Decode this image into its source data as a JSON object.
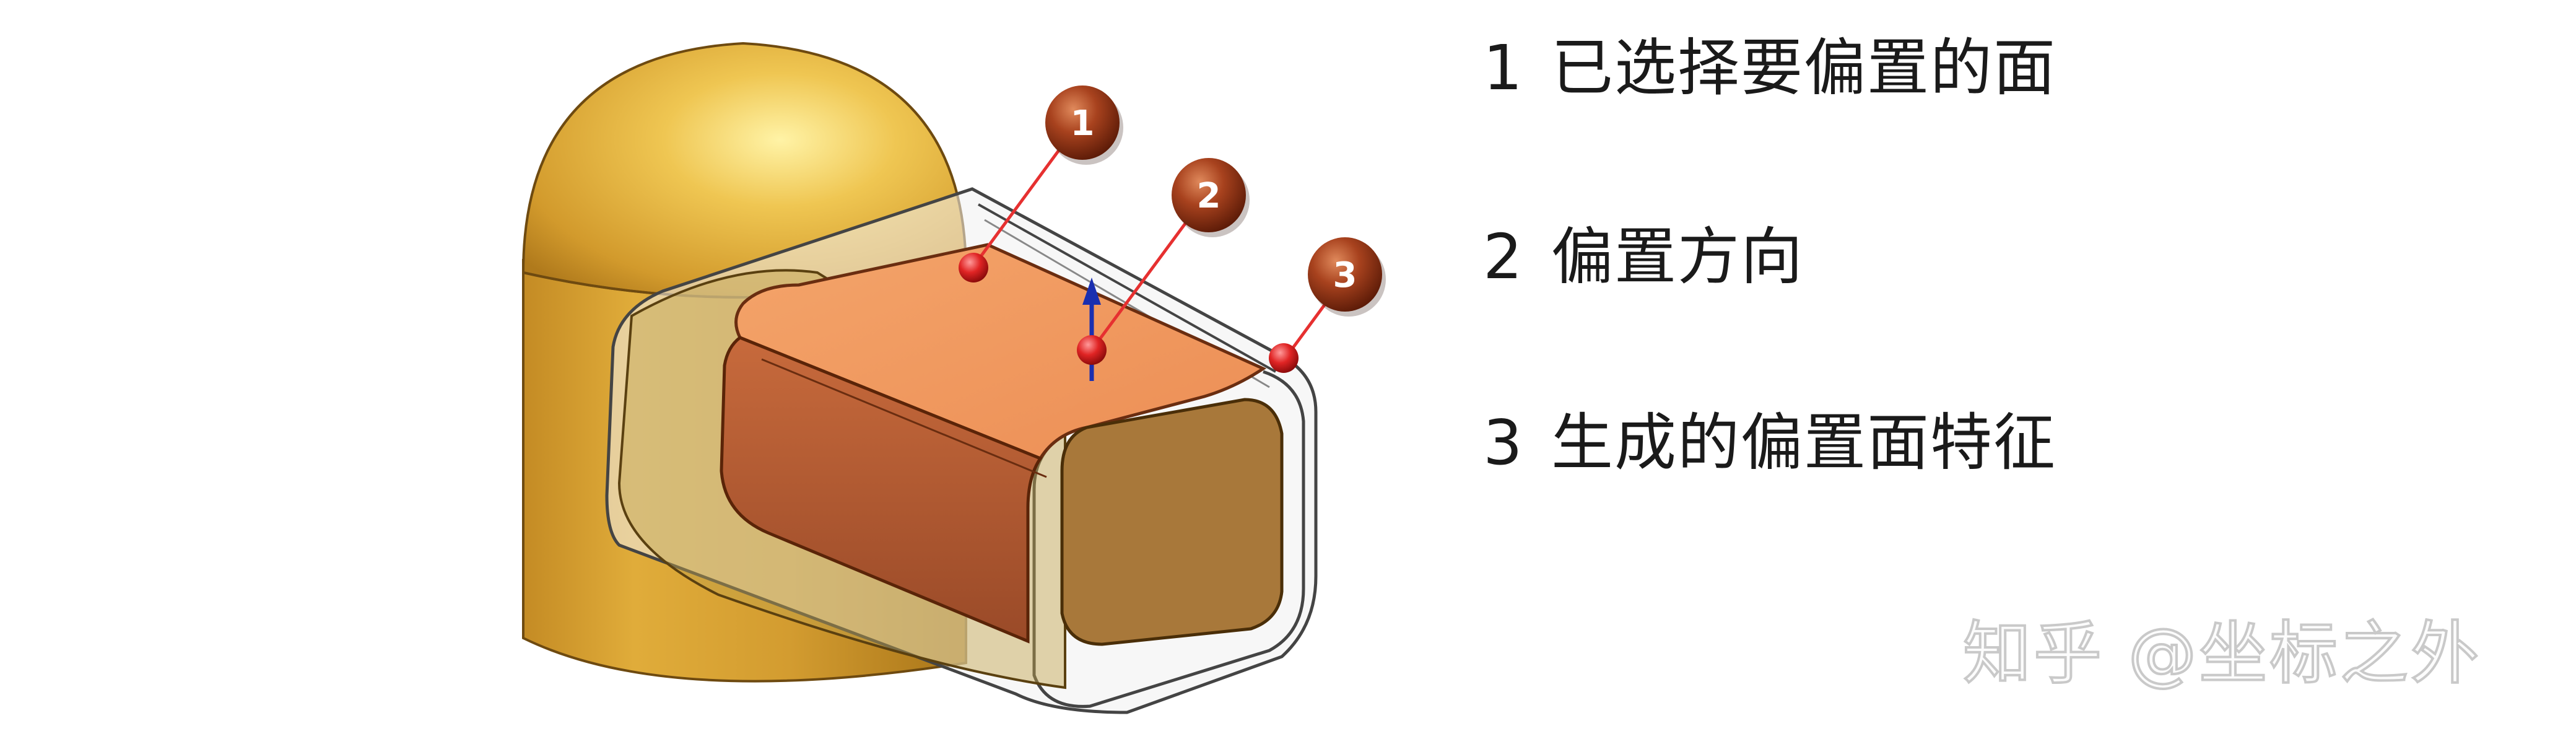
{
  "labels": [
    {
      "number": "1",
      "text": "已选择要偏置的面"
    },
    {
      "number": "2",
      "text": "偏置方向"
    },
    {
      "number": "3",
      "text": "生成的偏置面特征"
    }
  ],
  "callouts": [
    "1",
    "2",
    "3"
  ],
  "watermark": "知乎 @坐标之外",
  "colors": {
    "dome": "#e4b440",
    "body": "#c9962c",
    "selected_face": "#f29a62",
    "side_face": "#b55a33",
    "end_face": "#a8783a",
    "callout": "#8e3418",
    "leader_line": "#e63030",
    "direction_arrow": "#1a2fb0",
    "offset_feature": "#e6e6e6"
  },
  "icons": [
    "callout-marker",
    "direction-arrow",
    "selection-point"
  ]
}
